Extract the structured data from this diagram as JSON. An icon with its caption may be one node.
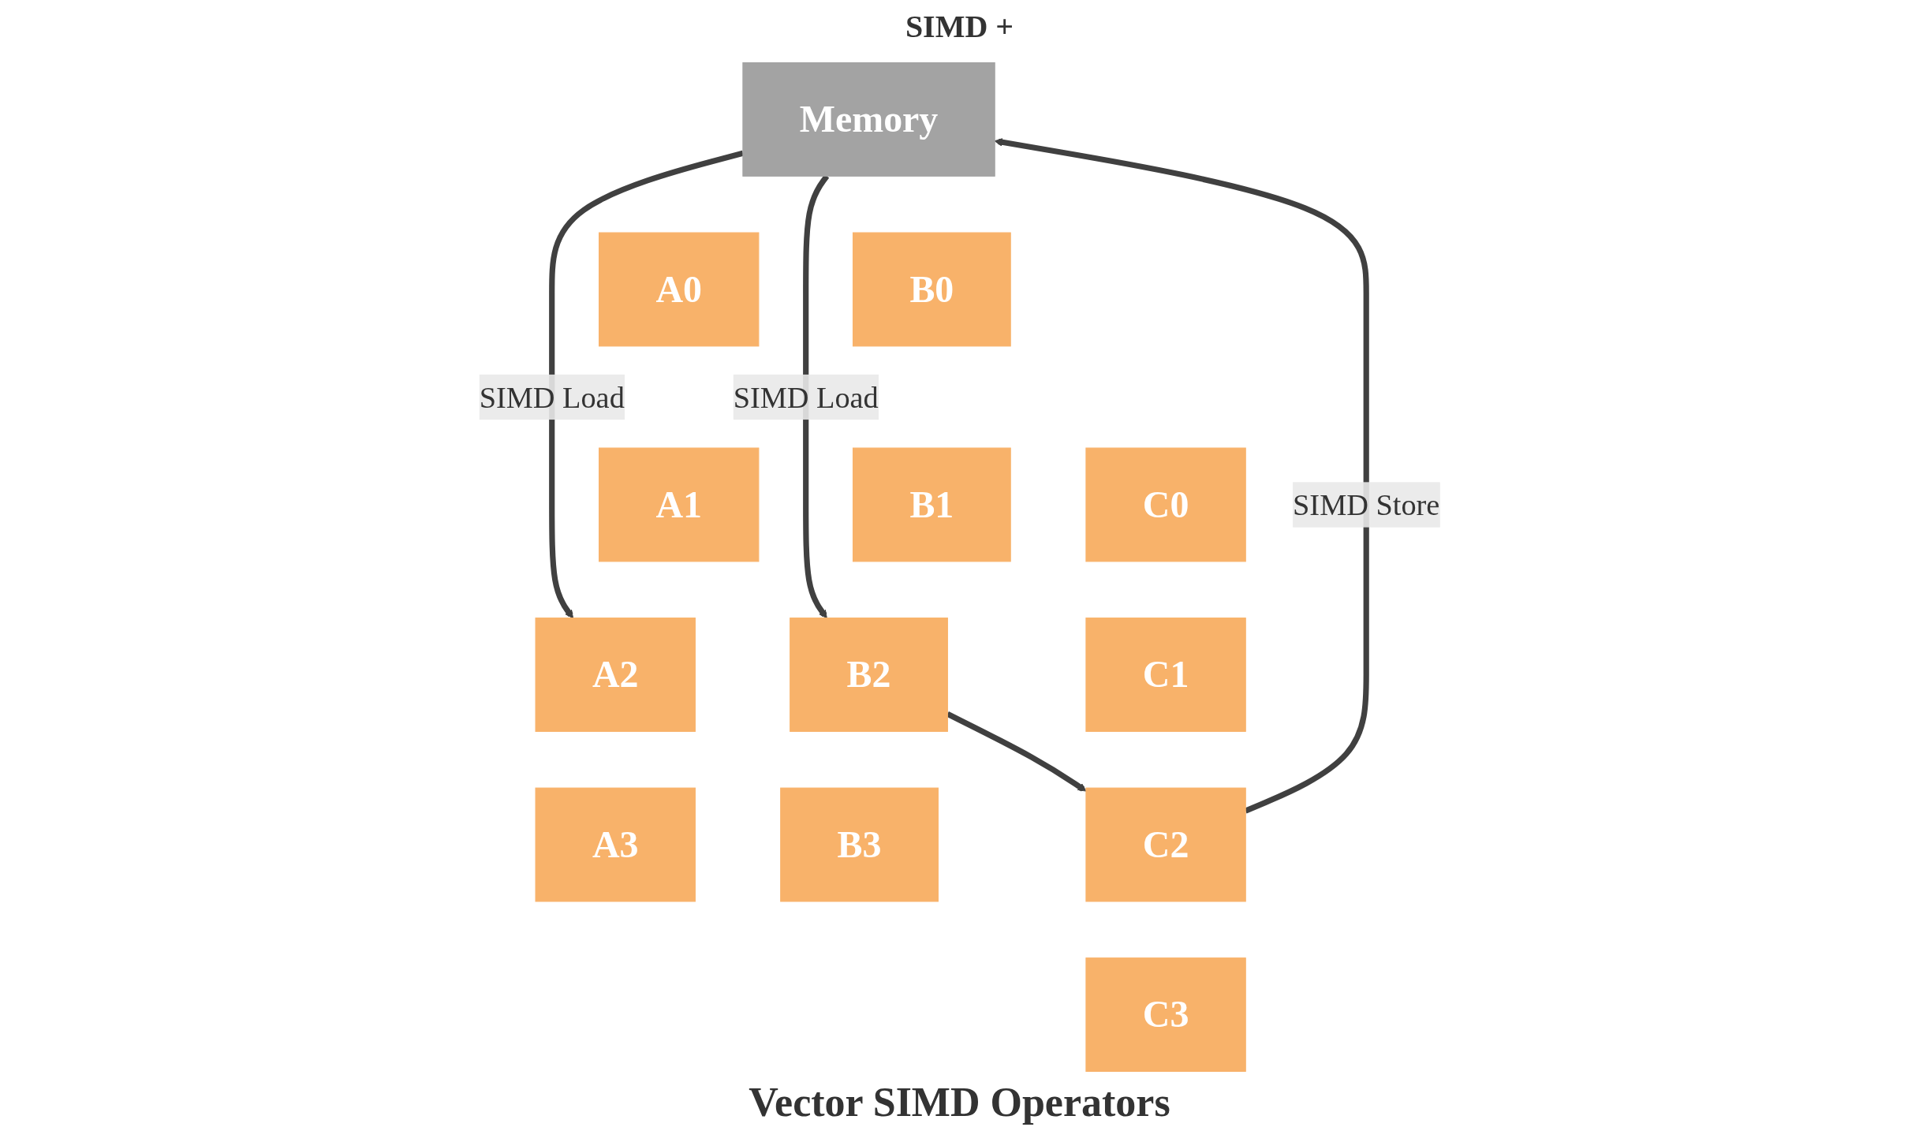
{
  "diagram": {
    "caption": "Vector SIMD Operators",
    "nodes": [
      {
        "text": [
          "Memory"
        ]
      },
      {
        "text": [
          "A0"
        ]
      },
      {
        "text": [
          "A1"
        ]
      },
      {
        "text": [
          "A2"
        ]
      },
      {
        "text": [
          "A3"
        ]
      },
      {
        "text": [
          "B0"
        ]
      },
      {
        "text": [
          "B1"
        ]
      },
      {
        "text": [
          "B2"
        ]
      },
      {
        "text": [
          "B3"
        ]
      },
      {
        "text": [
          "C0"
        ]
      },
      {
        "text": [
          "C1"
        ]
      },
      {
        "text": [
          "C2"
        ]
      },
      {
        "text": [
          "C3"
        ]
      }
    ],
    "edges": [
      {
        "from": 0,
        "to": 3,
        "label": "SIMD Load",
        "arrow": "to"
      },
      {
        "from": 0,
        "to": 7,
        "label": "SIMD Load",
        "arrow": "to"
      },
      {
        "from": 7,
        "to": 11,
        "arrow": "to"
      },
      {
        "from": 11,
        "to": 0,
        "label": "SIMD Store",
        "arrow": "to"
      }
    ],
    "labels": [
      "SIMD +"
    ]
  }
}
